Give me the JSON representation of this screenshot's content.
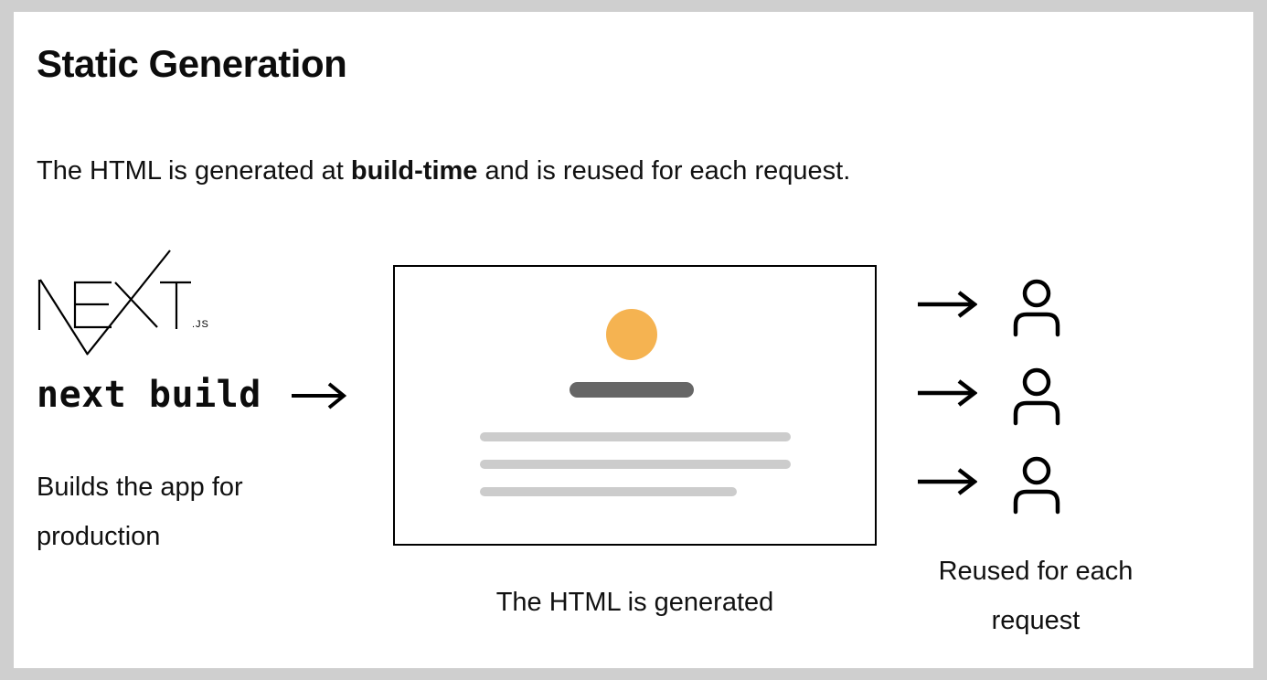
{
  "window": {
    "background_color": "#cfcfcf",
    "card_background_color": "#ffffff"
  },
  "header": {
    "title": "Static Generation"
  },
  "intro": {
    "text_before": "The HTML is generated at ",
    "text_bold": "build-time",
    "text_after": " and is reused for each request."
  },
  "build_step": {
    "logo_wordmark": "NEXT",
    "logo_suffix": ".JS",
    "command": "next build",
    "caption": "Builds the app for production"
  },
  "generated_page": {
    "caption": "The HTML is generated",
    "avatar_color": "#f5b351",
    "heading_bar_color": "#666666",
    "text_line_color": "#cccccc",
    "border_color": "#000000"
  },
  "requests": {
    "count": 3,
    "caption": "Reused for each request"
  }
}
